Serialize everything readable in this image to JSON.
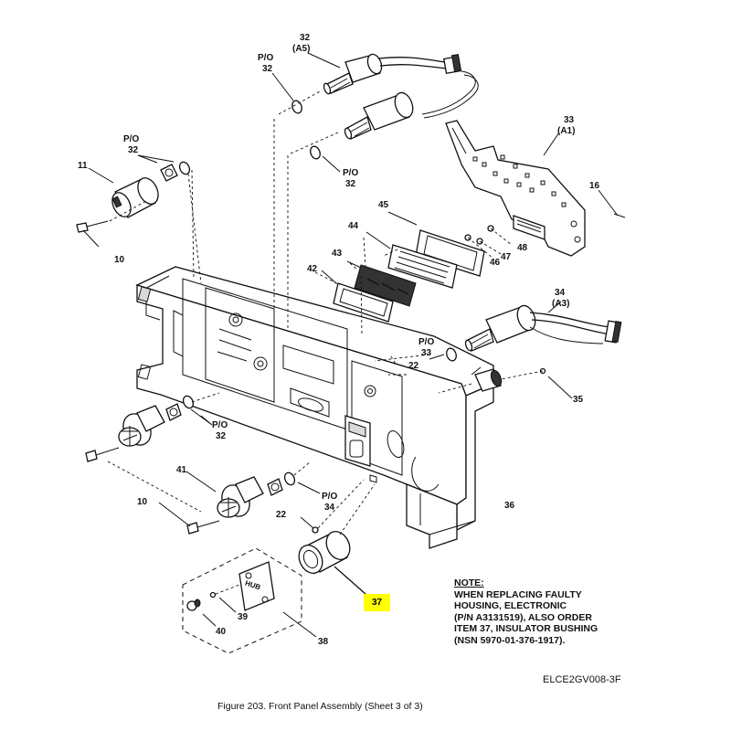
{
  "callouts": {
    "c32_a5": "32",
    "a5": "(A5)",
    "po_top": "P/O",
    "c32_top": "32",
    "po_left": "P/O",
    "c32_left": "32",
    "c11": "11",
    "c10_top": "10",
    "po_mid": "P/O",
    "c32_mid": "32",
    "c33_a1": "33",
    "a1": "(A1)",
    "c16": "16",
    "c45": "45",
    "c44": "44",
    "c43": "43",
    "c42": "42",
    "c46": "46",
    "c47": "47",
    "c48": "48",
    "c34_a3": "34",
    "a3": "(A3)",
    "po_33": "P/O",
    "c33": "33",
    "c22_right": "22",
    "c35": "35",
    "po_lower": "P/O",
    "c32_lower": "32",
    "c41": "41",
    "c10_bottom": "10",
    "po_34": "P/O",
    "c34": "34",
    "c22_bottom": "22",
    "c36": "36",
    "c37": "37",
    "c39": "39",
    "c40": "40",
    "c38": "38",
    "hub": "HUB"
  },
  "note": {
    "title": "NOTE:",
    "lines": [
      "WHEN REPLACING FAULTY",
      "HOUSING, ELECTRONIC",
      "(P/N A3131519), ALSO ORDER",
      "ITEM 37, INSULATOR BUSHING",
      "(NSN 5970-01-376-1917)."
    ]
  },
  "drawing_code": "ELCE2GV008-3F",
  "caption": "Figure 203. Front Panel Assembly (Sheet 3 of 3)",
  "highlight_color": "#ffff00"
}
